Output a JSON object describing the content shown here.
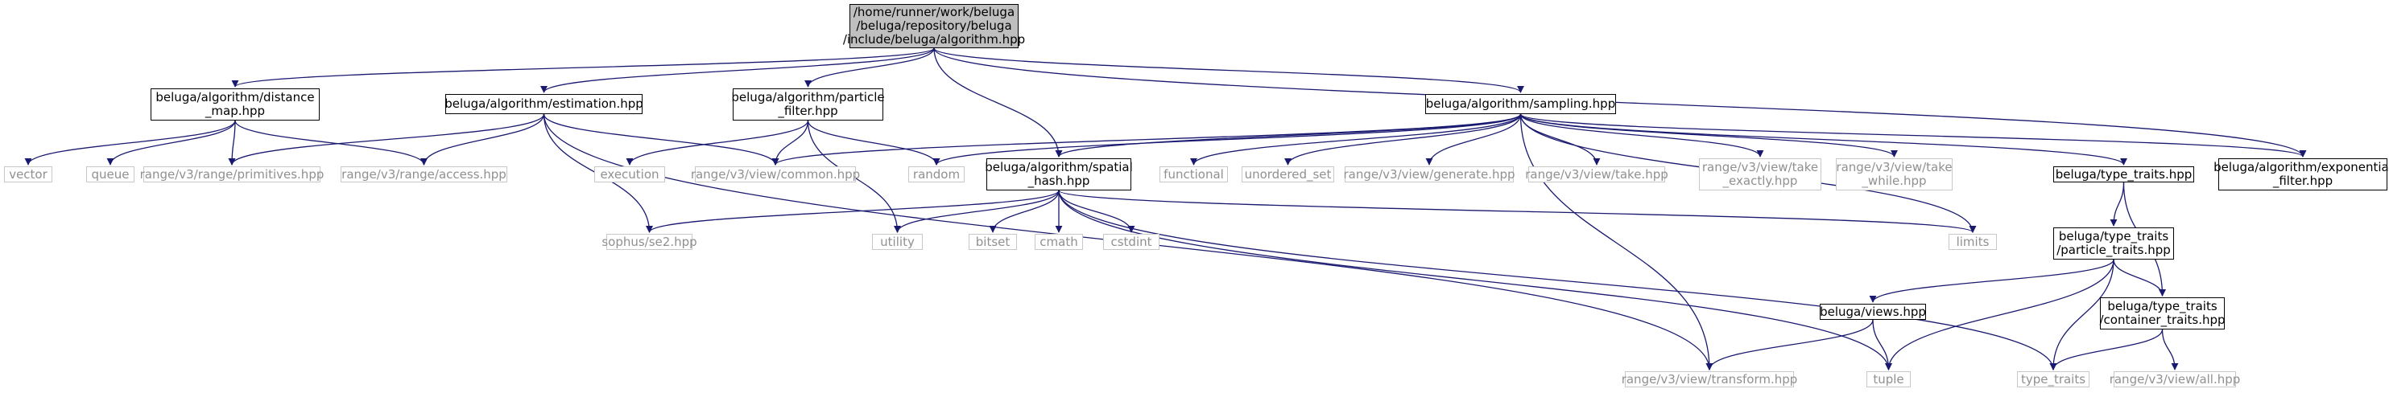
{
  "graph": {
    "edge_color": "#191970",
    "nodes": [
      {
        "id": "algorithm",
        "label": "/home/runner/work/beluga\n/beluga/repository/beluga\n/include/beluga/algorithm.hpp",
        "kind": "root"
      },
      {
        "id": "distance_map",
        "label": "beluga/algorithm/distance\n_map.hpp",
        "kind": "local"
      },
      {
        "id": "estimation",
        "label": "beluga/algorithm/estimation.hpp",
        "kind": "local"
      },
      {
        "id": "particle_filter",
        "label": "beluga/algorithm/particle\n_filter.hpp",
        "kind": "local"
      },
      {
        "id": "sampling",
        "label": "beluga/algorithm/sampling.hpp",
        "kind": "local"
      },
      {
        "id": "exponential_filter",
        "label": "beluga/algorithm/exponential\n_filter.hpp",
        "kind": "local"
      },
      {
        "id": "vector",
        "label": "vector",
        "kind": "external"
      },
      {
        "id": "queue",
        "label": "queue",
        "kind": "external"
      },
      {
        "id": "primitives",
        "label": "range/v3/range/primitives.hpp",
        "kind": "external"
      },
      {
        "id": "access",
        "label": "range/v3/range/access.hpp",
        "kind": "external"
      },
      {
        "id": "execution",
        "label": "execution",
        "kind": "external"
      },
      {
        "id": "common",
        "label": "range/v3/view/common.hpp",
        "kind": "external"
      },
      {
        "id": "random",
        "label": "random",
        "kind": "external"
      },
      {
        "id": "spatial_hash",
        "label": "beluga/algorithm/spatial\n_hash.hpp",
        "kind": "local"
      },
      {
        "id": "functional",
        "label": "functional",
        "kind": "external"
      },
      {
        "id": "unordered_set",
        "label": "unordered_set",
        "kind": "external"
      },
      {
        "id": "generate",
        "label": "range/v3/view/generate.hpp",
        "kind": "external"
      },
      {
        "id": "take",
        "label": "range/v3/view/take.hpp",
        "kind": "external"
      },
      {
        "id": "take_exactly",
        "label": "range/v3/view/take\n_exactly.hpp",
        "kind": "external"
      },
      {
        "id": "take_while",
        "label": "range/v3/view/take\n_while.hpp",
        "kind": "external"
      },
      {
        "id": "type_traits_hpp",
        "label": "beluga/type_traits.hpp",
        "kind": "local"
      },
      {
        "id": "se2",
        "label": "sophus/se2.hpp",
        "kind": "external"
      },
      {
        "id": "utility",
        "label": "utility",
        "kind": "external"
      },
      {
        "id": "bitset",
        "label": "bitset",
        "kind": "external"
      },
      {
        "id": "cmath",
        "label": "cmath",
        "kind": "external"
      },
      {
        "id": "cstdint",
        "label": "cstdint",
        "kind": "external"
      },
      {
        "id": "limits",
        "label": "limits",
        "kind": "external"
      },
      {
        "id": "particle_traits",
        "label": "beluga/type_traits\n/particle_traits.hpp",
        "kind": "local"
      },
      {
        "id": "views",
        "label": "beluga/views.hpp",
        "kind": "local"
      },
      {
        "id": "container_traits",
        "label": "beluga/type_traits\n/container_traits.hpp",
        "kind": "local"
      },
      {
        "id": "transform",
        "label": "range/v3/view/transform.hpp",
        "kind": "external"
      },
      {
        "id": "tuple",
        "label": "tuple",
        "kind": "external"
      },
      {
        "id": "type_traits",
        "label": "type_traits",
        "kind": "external"
      },
      {
        "id": "all",
        "label": "range/v3/view/all.hpp",
        "kind": "external"
      }
    ],
    "edges": [
      [
        "algorithm",
        "distance_map"
      ],
      [
        "algorithm",
        "estimation"
      ],
      [
        "algorithm",
        "particle_filter"
      ],
      [
        "algorithm",
        "sampling"
      ],
      [
        "algorithm",
        "exponential_filter"
      ],
      [
        "algorithm",
        "spatial_hash"
      ],
      [
        "distance_map",
        "vector"
      ],
      [
        "distance_map",
        "queue"
      ],
      [
        "distance_map",
        "primitives"
      ],
      [
        "distance_map",
        "access"
      ],
      [
        "estimation",
        "primitives"
      ],
      [
        "estimation",
        "access"
      ],
      [
        "estimation",
        "common"
      ],
      [
        "estimation",
        "se2"
      ],
      [
        "estimation",
        "transform"
      ],
      [
        "particle_filter",
        "execution"
      ],
      [
        "particle_filter",
        "common"
      ],
      [
        "particle_filter",
        "random"
      ],
      [
        "particle_filter",
        "utility"
      ],
      [
        "sampling",
        "common"
      ],
      [
        "sampling",
        "random"
      ],
      [
        "sampling",
        "spatial_hash"
      ],
      [
        "sampling",
        "functional"
      ],
      [
        "sampling",
        "unordered_set"
      ],
      [
        "sampling",
        "generate"
      ],
      [
        "sampling",
        "take"
      ],
      [
        "sampling",
        "take_exactly"
      ],
      [
        "sampling",
        "take_while"
      ],
      [
        "sampling",
        "limits"
      ],
      [
        "sampling",
        "type_traits_hpp"
      ],
      [
        "sampling",
        "exponential_filter"
      ],
      [
        "sampling",
        "transform"
      ],
      [
        "spatial_hash",
        "se2"
      ],
      [
        "spatial_hash",
        "utility"
      ],
      [
        "spatial_hash",
        "bitset"
      ],
      [
        "spatial_hash",
        "cmath"
      ],
      [
        "spatial_hash",
        "cstdint"
      ],
      [
        "spatial_hash",
        "limits"
      ],
      [
        "spatial_hash",
        "tuple"
      ],
      [
        "spatial_hash",
        "type_traits"
      ],
      [
        "type_traits_hpp",
        "particle_traits"
      ],
      [
        "type_traits_hpp",
        "container_traits"
      ],
      [
        "particle_traits",
        "views"
      ],
      [
        "particle_traits",
        "container_traits"
      ],
      [
        "particle_traits",
        "tuple"
      ],
      [
        "particle_traits",
        "type_traits"
      ],
      [
        "views",
        "transform"
      ],
      [
        "views",
        "tuple"
      ],
      [
        "container_traits",
        "type_traits"
      ],
      [
        "container_traits",
        "all"
      ]
    ]
  }
}
